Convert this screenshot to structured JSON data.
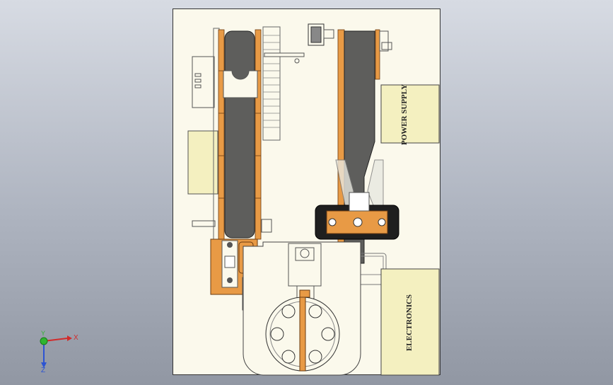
{
  "view": {
    "panels": {
      "power_supply": "POWER SUPPLY",
      "electronics": "ELECTRONICS"
    },
    "triad": {
      "x": "X",
      "y": "Y",
      "z": "Z"
    }
  },
  "colors": {
    "sheet": "#fbf9ec",
    "belt": "#5e5e5c",
    "orange": "#e89a45",
    "panel": "#f4f0c0",
    "triad_x": "#d22b2b",
    "triad_y": "#2fb52f",
    "triad_z": "#2d54d2"
  },
  "icons": [
    "coordinate-triad-icon"
  ]
}
